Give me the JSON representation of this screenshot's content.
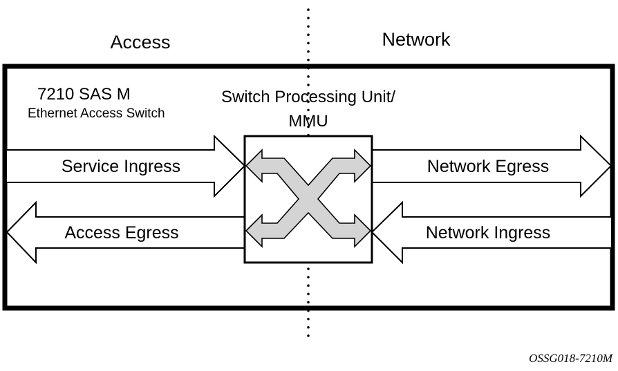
{
  "labels": {
    "access": "Access",
    "network": "Network",
    "device_model": "7210 SAS M",
    "device_desc": "Ethernet Access Switch",
    "spu_line1": "Switch Processing Unit/",
    "spu_line2": "MMU",
    "service_ingress": "Service Ingress",
    "access_egress": "Access Egress",
    "network_egress": "Network Egress",
    "network_ingress": "Network Ingress",
    "figure_id": "OSSG018-7210M"
  },
  "colors": {
    "stroke": "#000000",
    "background": "#ffffff",
    "switch_fill": "#d4d4d4"
  }
}
